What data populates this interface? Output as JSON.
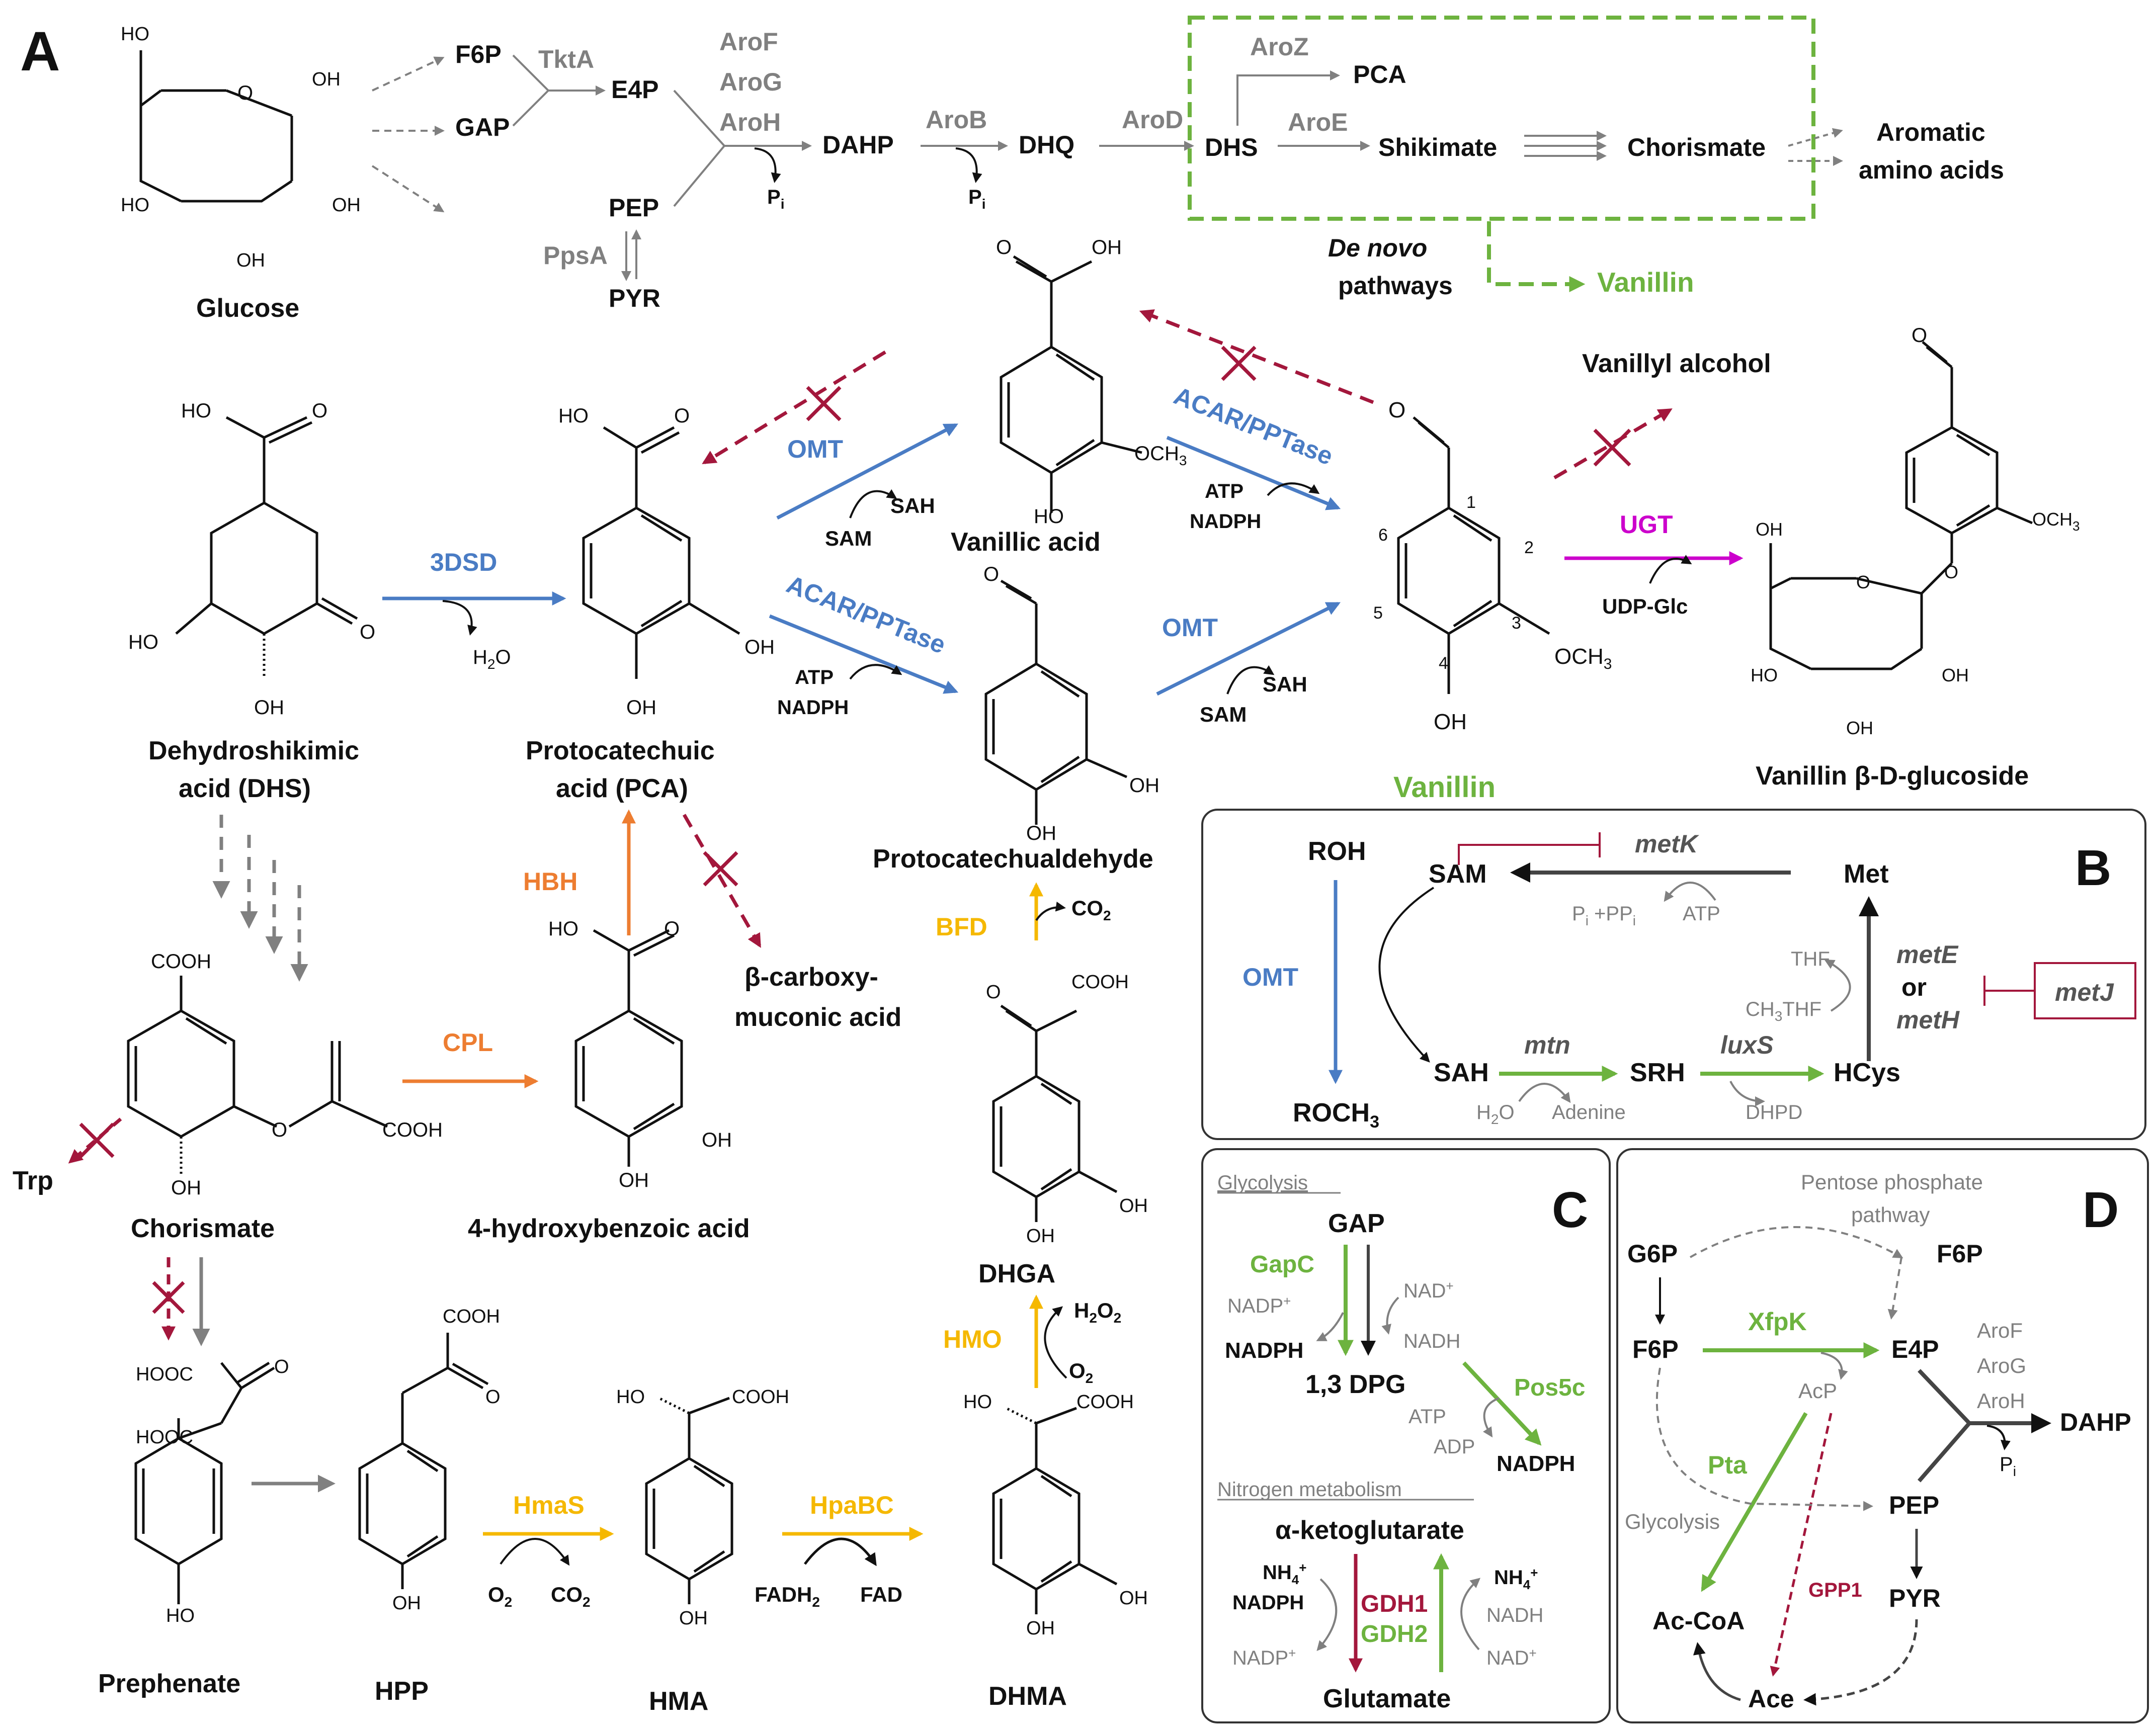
{
  "colors": {
    "black": "#111111",
    "gray": "#808080",
    "green": "#6db33f",
    "blue": "#4a7cc4",
    "red": "#a3173c",
    "orange": "#ed7d31",
    "yellow": "#f5b800",
    "magenta": "#cc00cc"
  },
  "panels": {
    "A": "A",
    "B": "B",
    "C": "C",
    "D": "D"
  },
  "top": {
    "glucose": "Glucose",
    "f6p": "F6P",
    "gap": "GAP",
    "tkta": "TktA",
    "e4p": "E4P",
    "pep": "PEP",
    "ppsa": "PpsA",
    "pyr": "PYR",
    "arof": "AroF",
    "arog": "AroG",
    "aroh": "AroH",
    "dahp": "DAHP",
    "pi": "P",
    "pi_sub": "i",
    "arob": "AroB",
    "dhq": "DHQ",
    "arod": "AroD",
    "dhs": "DHS",
    "aroz": "AroZ",
    "pca": "PCA",
    "aroe": "AroE",
    "shikimate": "Shikimate",
    "chorismate": "Chorismate",
    "aromatic1": "Aromatic",
    "aromatic2": "amino acids",
    "denovo1": "De novo",
    "denovo2": "pathways",
    "vanillin": "Vanillin"
  },
  "ring": {
    "oh": "OH",
    "ho": "HO",
    "o": "O",
    "cooh": "COOH",
    "hooc": "HOOC",
    "och3": "OCH",
    "och3_sub": "3"
  },
  "main": {
    "dhs1": "Dehydroshikimic",
    "dhs2": "acid (DHS)",
    "dsd": "3DSD",
    "h2o": "H",
    "h2o_sub": "2",
    "h2o_end": "O",
    "pca1": "Protocatechuic",
    "pca2": "acid (PCA)",
    "omt": "OMT",
    "sam": "SAM",
    "sah": "SAH",
    "vanillic": "Vanillic acid",
    "acar": "ACAR/PPTase",
    "atp": "ATP",
    "nadph": "NADPH",
    "protocatechualdehyde": "Protocatechualdehyde",
    "vanillyl": "Vanillyl alcohol",
    "vanillin": "Vanillin",
    "ugt": "UGT",
    "udpglc": "UDP-Glc",
    "vglc": "Vanillin β-D-glucoside",
    "n1": "1",
    "n2": "2",
    "n3": "3",
    "n4": "4",
    "n5": "5",
    "n6": "6",
    "och3v": "OCH",
    "och3v_sub": "3",
    "hbh": "HBH",
    "bcarboxy1": "β-carboxy-",
    "bcarboxy2": "muconic acid",
    "cpl": "CPL",
    "hba": "4-hydroxybenzoic acid",
    "trp": "Trp",
    "chorismate": "Chorismate",
    "prephenate": "Prephenate",
    "hpp": "HPP",
    "hmas": "HmaS",
    "o2": "O",
    "o2_sub": "2",
    "co2": "CO",
    "co2_sub": "2",
    "hma": "HMA",
    "hpabc": "HpaBC",
    "fadh2": "FADH",
    "fadh2_sub": "2",
    "fad": "FAD",
    "dhma": "DHMA",
    "hmo": "HMO",
    "h2o2": "H",
    "h2o2_sub": "2",
    "h2o2_mid": "O",
    "dhga": "DHGA",
    "bfd": "BFD"
  },
  "panel_b": {
    "roh": "ROH",
    "sam": "SAM",
    "metk": "metK",
    "met": "Met",
    "pipi": "P",
    "pipi_sub": "i",
    "pipi_mid": " +PP",
    "pipi_sub2": "i",
    "atp": "ATP",
    "omt": "OMT",
    "thf": "THF",
    "ch3thf": "CH",
    "ch3thf_sub": "3",
    "ch3thf_end": "THF",
    "mete": "metE",
    "or": "or",
    "meth": "metH",
    "metj": "metJ",
    "sah": "SAH",
    "mtn": "mtn",
    "srh": "SRH",
    "luxs": "luxS",
    "hcys": "HCys",
    "roch3": "ROCH",
    "roch3_sub": "3",
    "h2o": "H",
    "h2o_sub": "2",
    "h2o_end": "O",
    "adenine": "Adenine",
    "dhpd": "DHPD"
  },
  "panel_c": {
    "glycolysis": "Glycolysis",
    "gap": "GAP",
    "gapc": "GapC",
    "nadp": "NADP",
    "nadp_sup": "+",
    "nad": "NAD",
    "nad_sup": "+",
    "nadph": "NADPH",
    "nadh": "NADH",
    "dpg": "1,3 DPG",
    "pos5c": "Pos5c",
    "atp": "ATP",
    "adp": "ADP",
    "nadph2": "NADPH",
    "nitrogen": "Nitrogen metabolism",
    "akg": "α-ketoglutarate",
    "nh4": "NH",
    "nh4_sub": "4",
    "nh4_sup": "+",
    "gdh1": "GDH1",
    "gdh2": "GDH2",
    "glutamate": "Glutamate"
  },
  "panel_d": {
    "ppp1": "Pentose phosphate",
    "ppp2": "pathway",
    "g6p": "G6P",
    "f6p_top": "F6P",
    "f6p": "F6P",
    "xfpk": "XfpK",
    "e4p": "E4P",
    "arof": "AroF",
    "arog": "AroG",
    "aroh": "AroH",
    "dahp": "DAHP",
    "pi": "P",
    "pi_sub": "i",
    "acp": "AcP",
    "pta": "Pta",
    "glycolysis": "Glycolysis",
    "pep": "PEP",
    "gpp1": "GPP1",
    "acoa": "Ac-CoA",
    "pyr": "PYR",
    "ace": "Ace"
  }
}
